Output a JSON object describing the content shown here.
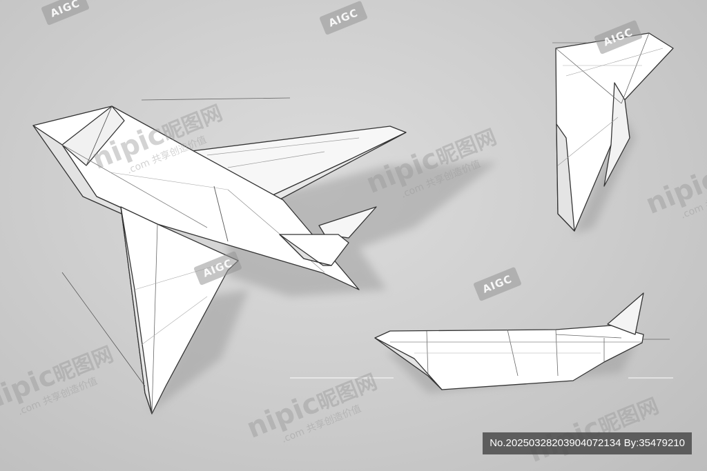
{
  "image": {
    "description_free": true
  },
  "watermarks": {
    "aigc_label": "AIGC",
    "site_name": "nipic",
    "site_name_cn": "昵图网",
    "site_suffix": ".com",
    "slogan": "共享创造价值"
  },
  "id_bar": {
    "text": "No.20250328203904072134 By:35479210"
  },
  "colors": {
    "background": "#cfcfcf",
    "paper": "#ffffff",
    "outline": "#3a3a3a",
    "shadow": "#a9a9a9"
  }
}
